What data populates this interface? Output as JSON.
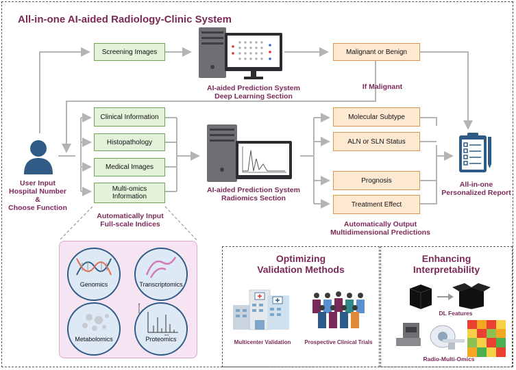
{
  "title": "All-in-one AI-aided Radiology-Clinic System",
  "user": {
    "line1": "User Input",
    "line2": "Hospital Number",
    "line3": "&",
    "line4": "Choose Function"
  },
  "inputs": {
    "screening": "Screening Images",
    "clinical": "Clinical Information",
    "histopathology": "Histopathology",
    "medical_images": "Medical Images",
    "multiomics_1": "Multi-omics",
    "multiomics_2": "Information"
  },
  "deep_learning": {
    "line1": "AI-aided Prediction System",
    "line2": "Deep Learning Section"
  },
  "radiomics": {
    "line1": "AI-aided Prediction System",
    "line2": "Radiomics Section"
  },
  "outputs": {
    "malignant": "Malignant or Benign",
    "if_malignant": "If Malignant",
    "molecular": "Molecular Subtype",
    "aln": "ALN or SLN Status",
    "prognosis": "Prognosis",
    "treatment": "Treatment Effect"
  },
  "auto_input": {
    "line1": "Automatically Input",
    "line2": "Full-scale Indices"
  },
  "auto_output": {
    "line1": "Automatically Output",
    "line2": "Multidimensional Predictions"
  },
  "report": {
    "line1": "All-in-one",
    "line2": "Personalized Report"
  },
  "omics": {
    "genomics": "Genomics",
    "transcriptomics": "Transcriptomics",
    "metabolomics": "Metabolomics",
    "proteomics": "Proteomics",
    "proteomics_axis_y": "Intensity",
    "proteomics_axis_x": "m/z"
  },
  "validation": {
    "title1": "Optimizing",
    "title2": "Validation Methods",
    "multicenter": "Multicenter Validation",
    "prospective": "Prospective Clinical Trials"
  },
  "interpret": {
    "title1": "Enhancing",
    "title2": "Interpretability",
    "dl_features": "DL Features",
    "radio_multi_omics": "Radio-Multi-Omics"
  },
  "colors": {
    "accent": "#7b2a57",
    "green_fill": "#e3f2d9",
    "green_border": "#6ea35a",
    "orange_fill": "#fde9d2",
    "orange_border": "#d8954c",
    "omics_panel": "#f6e4f2",
    "icon_blue": "#2f5b86"
  }
}
